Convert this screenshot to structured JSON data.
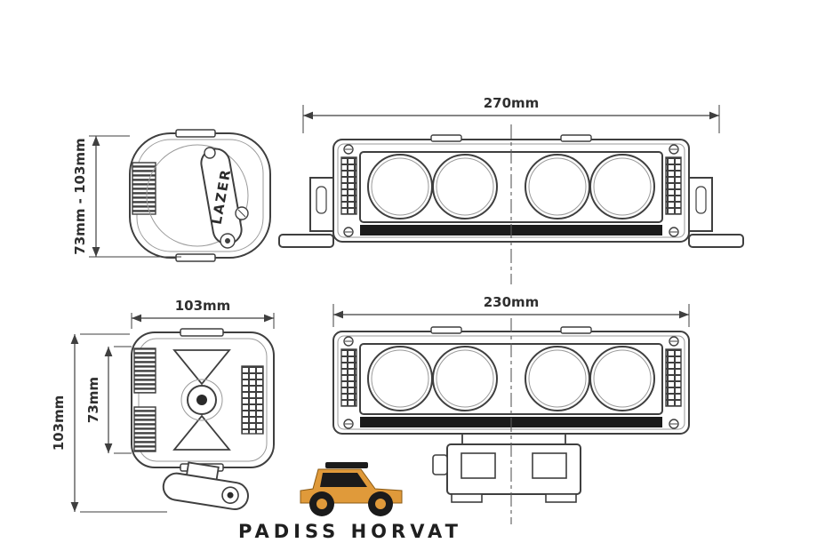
{
  "dimensions": {
    "top_width": "270mm",
    "bottom_width": "230mm",
    "side_height_range": "73mm - 103mm",
    "plan_width": "103mm",
    "plan_depth_overall": "103mm",
    "plan_depth_inner": "73mm"
  },
  "branding": {
    "product_logo": "LAZER",
    "watermark": "PADISS HORVAT"
  },
  "colors": {
    "line": "#3f3f3f",
    "light_line": "#9a9a9a",
    "dark_fill": "#1b1b1b",
    "accent_orange": "#e09a3a",
    "background": "#ffffff"
  }
}
